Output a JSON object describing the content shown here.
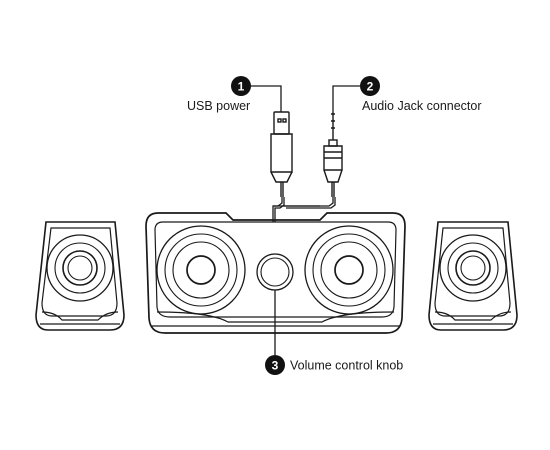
{
  "callouts": [
    {
      "number": "1",
      "label": "USB power"
    },
    {
      "number": "2",
      "label": "Audio Jack connector"
    },
    {
      "number": "3",
      "label": "Volume control knob"
    }
  ],
  "colors": {
    "line": "#1a1a1a",
    "background": "#ffffff",
    "badge": "#111111"
  }
}
